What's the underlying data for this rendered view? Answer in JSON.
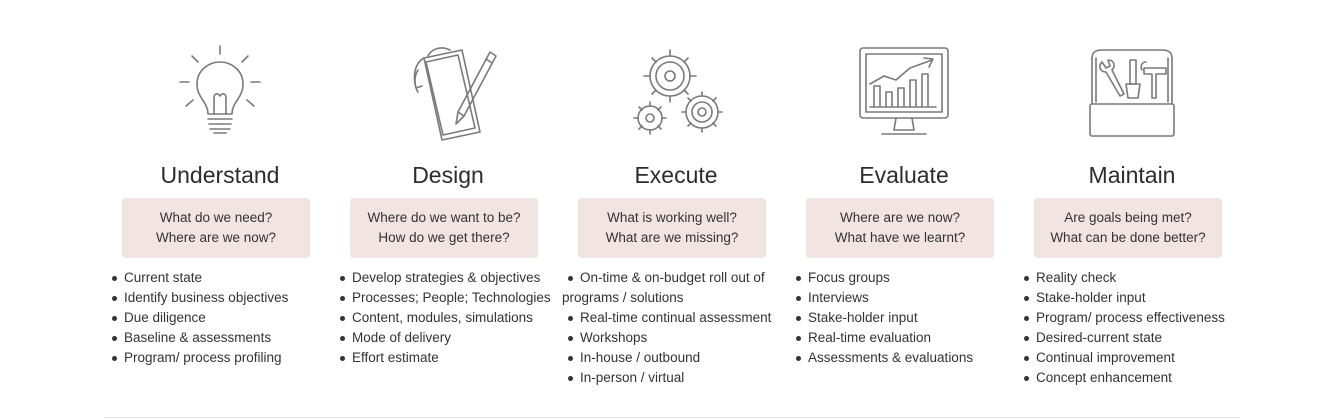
{
  "stages": [
    {
      "icon": "lightbulb-icon",
      "title": "Understand",
      "questions": [
        "What do we need?",
        "Where are we now?"
      ],
      "items": [
        "Current state",
        "Identify business objectives",
        "Due diligence",
        "Baseline & assessments",
        "Program/ process profiling"
      ]
    },
    {
      "icon": "notepad-pencil-icon",
      "title": "Design",
      "questions": [
        "Where do we want to be?",
        "How do we get there?"
      ],
      "items": [
        "Develop strategies & objectives",
        "Processes; People; Technologies",
        "Content, modules, simulations",
        "Mode of delivery",
        "Effort estimate"
      ]
    },
    {
      "icon": "gears-icon",
      "title": "Execute",
      "questions": [
        "What is working well?",
        "What are we missing?"
      ],
      "items": [
        "On-time & on-budget roll out of programs / solutions",
        "Real-time continual assessment",
        "Workshops",
        "In-house / outbound",
        "In-person / virtual"
      ]
    },
    {
      "icon": "monitor-chart-icon",
      "title": "Evaluate",
      "questions": [
        "Where are we now?",
        "What have we learnt?"
      ],
      "items": [
        "Focus groups",
        "Interviews",
        "Stake-holder input",
        "Real-time evaluation",
        "Assessments & evaluations"
      ]
    },
    {
      "icon": "toolbox-icon",
      "title": "Maintain",
      "questions": [
        "Are goals being met?",
        "What can be done better?"
      ],
      "items": [
        "Reality check",
        "Stake-holder input",
        "Program/ process effectiveness",
        "Desired-current state",
        "Continual improvement",
        "Concept enhancement"
      ]
    }
  ],
  "colors": {
    "question_box": "#f3e4e4",
    "text": "#333333",
    "icon_stroke": "#7a7a7a"
  }
}
